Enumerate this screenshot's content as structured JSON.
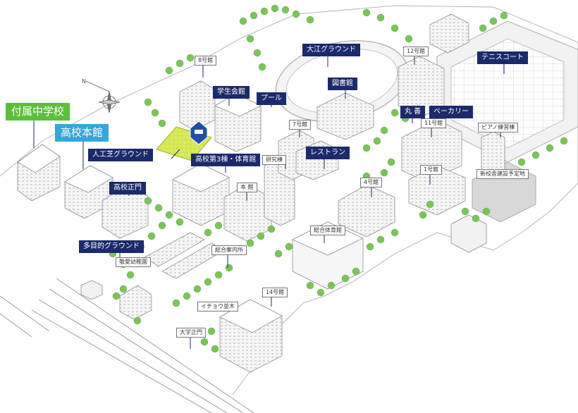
{
  "colors": {
    "navy": "#1b2a6b",
    "green": "#5bbf3a",
    "blue": "#36a6dc",
    "tree": "#7cc35a",
    "turf": "#d9ea5a",
    "building": "#f6f6f6",
    "outline": "#9a9a9a"
  },
  "labels": {
    "fuzoku_chugakko": "付属中学校",
    "koko_honkan": "高校本館",
    "jinko_shiba_ground": "人工芝グラウンド",
    "koko_seimon": "高校正門",
    "tamokuteki_ground": "多目的グラウンド",
    "keiai_yochien": "敬愛幼稚園",
    "sogo_annaisho": "総合案内所",
    "icho_namiki": "イチョウ並木",
    "daigaku_seimon": "大学正門",
    "go14": "14号館",
    "sogo_taiikukan": "総合体育館",
    "go4": "4号館",
    "honkan": "本 館",
    "kenkyuto": "研究棟",
    "koko_dai3_taiikukan": "高校第3棟・体育館",
    "go7": "7号館",
    "restaurant": "レストラン",
    "gakuseikaikan": "学生会館",
    "pool": "プール",
    "go8": "8号館",
    "oe_ground": "大江グラウンド",
    "toshokan": "図書館",
    "go12": "12号館",
    "tennis_court": "テニスコート",
    "maruzen": "丸 善",
    "bakery": "ベーカリー",
    "go11": "11号館",
    "go1": "1号館",
    "piano_renshuto": "ピアノ練習棟",
    "shinkosha_yoteichi": "新校舎建設予定地"
  },
  "compass": {
    "north_label": "N"
  }
}
